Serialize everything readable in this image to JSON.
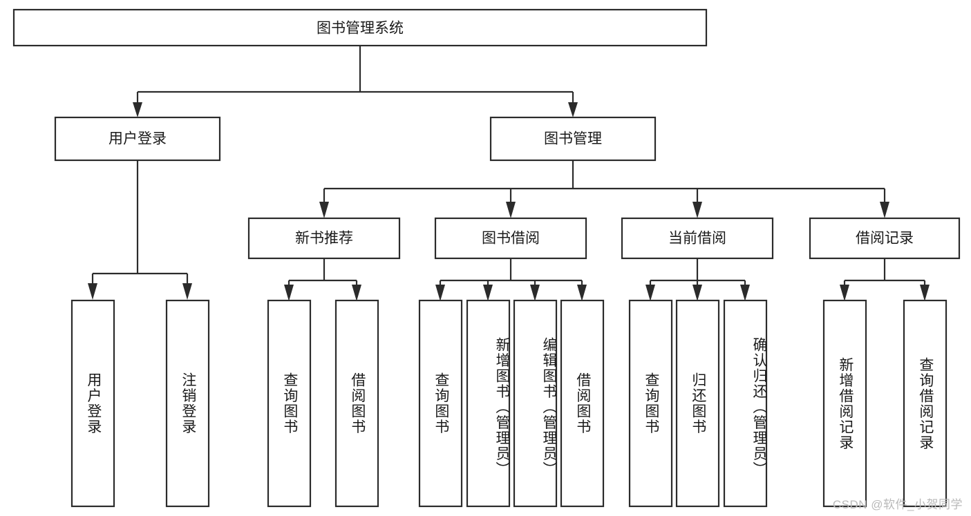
{
  "diagram": {
    "type": "tree-hierarchy",
    "title": "图书管理系统",
    "orientation": "top-down",
    "colors": {
      "box_stroke": "#2b2b2b",
      "box_fill": "#ffffff",
      "connector": "#2b2b2b",
      "text": "#1a1a1a",
      "watermark": "#b9b9b9",
      "background": "#ffffff"
    },
    "root": {
      "label": "图书管理系统"
    },
    "level2": [
      {
        "label": "用户登录"
      },
      {
        "label": "图书管理"
      }
    ],
    "level3": [
      {
        "label": "新书推荐"
      },
      {
        "label": "图书借阅"
      },
      {
        "label": "当前借阅"
      },
      {
        "label": "借阅记录"
      }
    ],
    "leaves": {
      "user_login": [
        {
          "label": "用户登录"
        },
        {
          "label": "注销登录"
        }
      ],
      "new_book_recommend": [
        {
          "label": "查询图书"
        },
        {
          "label": "借阅图书"
        }
      ],
      "book_borrow": [
        {
          "label": "查询图书"
        },
        {
          "label": "新增图书（管理员）"
        },
        {
          "label": "编辑图书（管理员）"
        },
        {
          "label": "借阅图书"
        }
      ],
      "current_borrow": [
        {
          "label": "查询图书"
        },
        {
          "label": "归还图书"
        },
        {
          "label": "确认归还（管理员）"
        }
      ],
      "borrow_record": [
        {
          "label": "新增借阅记录"
        },
        {
          "label": "查询借阅记录"
        }
      ]
    }
  },
  "watermark": {
    "text": "CSDN @软件_小贺同学"
  }
}
